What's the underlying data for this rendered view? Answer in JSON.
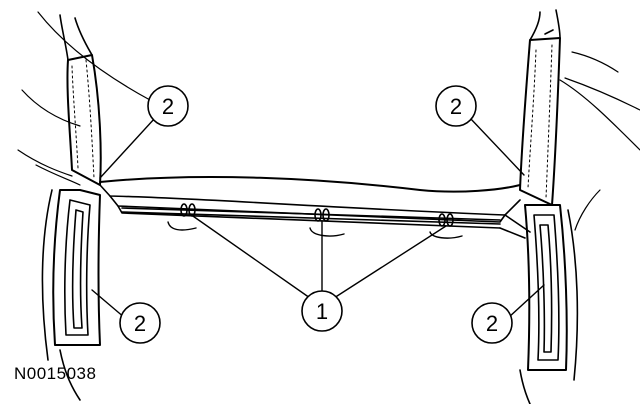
{
  "figure_id": "N0015038",
  "callouts": [
    {
      "label": "2"
    },
    {
      "label": "2"
    },
    {
      "label": "2"
    },
    {
      "label": "2"
    },
    {
      "label": "1"
    }
  ],
  "colors": {
    "ink": "#000000",
    "background": "#ffffff"
  }
}
